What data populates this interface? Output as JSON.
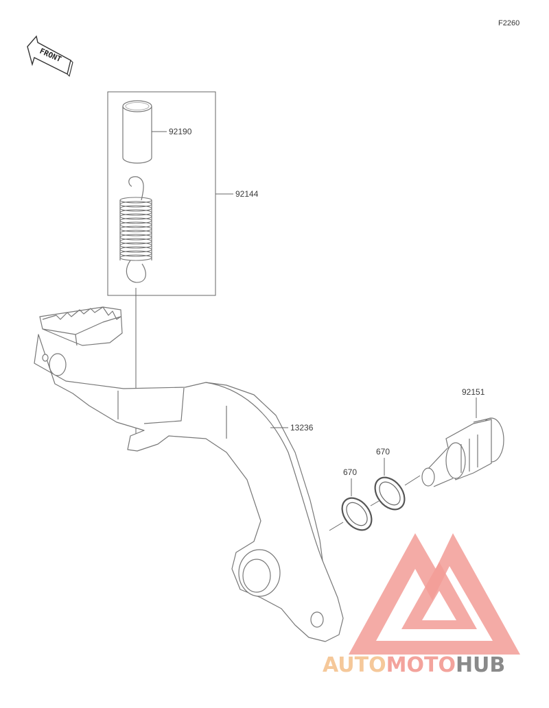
{
  "reference_code": "F2260",
  "front_indicator": "FRONT",
  "parts": {
    "sleeve": "92190",
    "spring_kit": "92144",
    "brake_pedal": "13236",
    "pivot_bolt": "92151",
    "seal_a": "670",
    "seal_b": "670"
  },
  "watermark": {
    "part1": "AUTO",
    "part2": "MOTO",
    "part3": "HUB",
    "color_auto": "#f5c89a",
    "color_moto": "#f3a39c",
    "color_hub": "#8a8a8a",
    "logo_color": "#f29c97"
  }
}
